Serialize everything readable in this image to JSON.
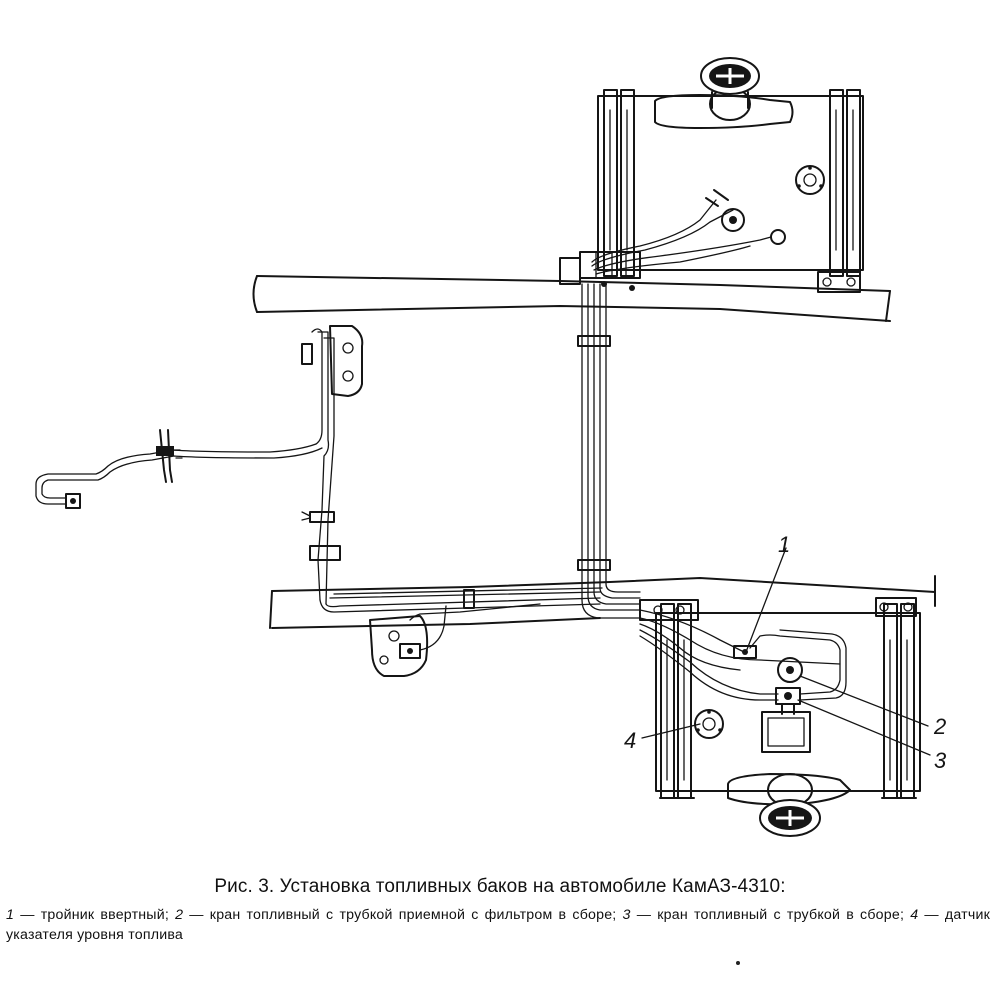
{
  "figure": {
    "title": "Рис. 3. Установка топливных баков на автомобиле КамАЗ-4310:",
    "legend": [
      {
        "num": "1",
        "sep": " — ",
        "text": "тройник ввертный; "
      },
      {
        "num": "2",
        "sep": " — ",
        "text": "кран топливный с трубкой приемной с фильтром в сборе; "
      },
      {
        "num": "3",
        "sep": " — ",
        "text": "кран топливный с трубкой в сборе; "
      },
      {
        "num": "4",
        "sep": " — ",
        "text": "датчик указателя уровня топлива"
      }
    ]
  },
  "callouts": {
    "c1": "1",
    "c2": "2",
    "c3": "3",
    "c4": "4"
  }
}
